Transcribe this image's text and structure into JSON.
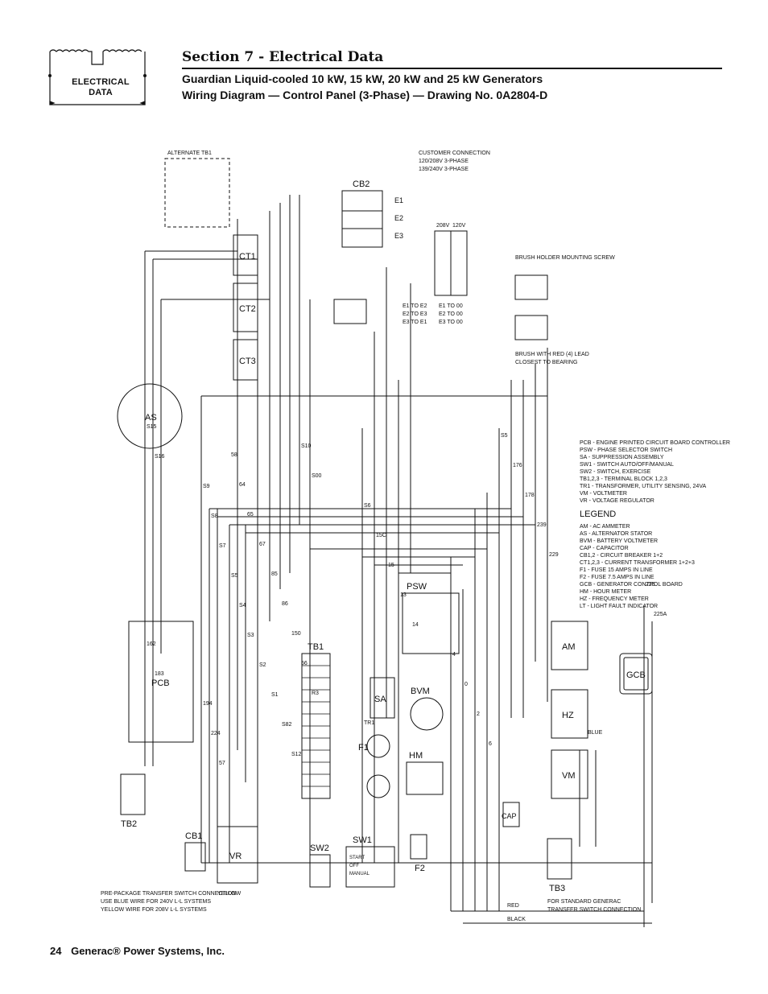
{
  "logo": {
    "line1": "ELECTRICAL",
    "line2": "DATA"
  },
  "header": {
    "section_title": "Section 7 - Electrical Data",
    "subtitle_1": "Guardian Liquid-cooled 10 kW, 15 kW, 20 kW and 25 kW Generators",
    "subtitle_2": "Wiring Diagram — Control Panel (3-Phase) — Drawing No. 0A2804-D"
  },
  "diagram": {
    "components": {
      "as": "AS",
      "ct1": "CT1",
      "ct2": "CT2",
      "ct3": "CT3",
      "cb2": "CB2",
      "pcb": "PCB",
      "tb1": "TB1",
      "tb2": "TB2",
      "tb3": "TB3",
      "psw": "PSW",
      "sa": "SA",
      "bvm": "BVM",
      "hm": "HM",
      "f1": "F1",
      "f2": "F2",
      "am": "AM",
      "hz": "HZ",
      "vm": "VM",
      "gcb": "GCB",
      "vr": "VR",
      "sw1": "SW1",
      "sw2": "SW2",
      "cb1": "CB1",
      "cap": "CAP"
    },
    "cb2_terminals": [
      "E1",
      "E2",
      "E3"
    ],
    "customer_connection": {
      "title": "CUSTOMER CONNECTION",
      "line1": "120/208V 3-PHASE",
      "line2": "139/240V 3-PHASE"
    },
    "voltage_table": {
      "col_208": [
        "E1 TO E2",
        "E2 TO E3",
        "E3 TO E1"
      ],
      "col_120": [
        "E1 TO 00",
        "E2 TO 00",
        "E3 TO 00"
      ],
      "head_208": "208V",
      "head_120": "120V"
    },
    "brush": {
      "holder": "BRUSH HOLDER MOUNTING SCREW",
      "note_1": "BRUSH WITH RED (4) LEAD",
      "note_2": "CLOSEST TO BEARING"
    },
    "legend": {
      "title": "LEGEND",
      "items": [
        "AM - AC AMMETER",
        "AS - ALTERNATOR STATOR",
        "BVM - BATTERY VOLTMETER",
        "CAP - CAPACITOR",
        "CB1,2 - CIRCUIT BREAKER 1+2",
        "CT1,2,3 - CURRENT TRANSFORMER 1+2+3",
        "F1 - FUSE 15 AMPS IN LINE",
        "F2 - FUSE 7.5 AMPS IN LINE",
        "GCB - GENERATOR CONTROL BOARD",
        "HM - HOUR METER",
        "HZ - FREQUENCY METER",
        "LT - LIGHT FAULT INDICATOR",
        "PCB - ENGINE PRINTED CIRCUIT BOARD CONTROLLER",
        "PSW - PHASE SELECTOR SWITCH",
        "SA - SUPPRESSION ASSEMBLY",
        "SW1 - SWITCH AUTO/OFF/MANUAL",
        "SW2 - SWITCH, EXERCISE",
        "TB1,2,3 - TERMINAL BLOCK 1,2,3",
        "TR1 - TRANSFORMER, UTILITY SENSING, 24VA",
        "VM - VOLTMETER",
        "VR - VOLTAGE REGULATOR"
      ]
    },
    "tb2_note": {
      "title": "PRE-PACKAGE TRANSFER SWITCH CONNECTION",
      "line1": "USE BLUE WIRE FOR 240V L-L SYSTEMS",
      "line2": "YELLOW WIRE FOR 208V L-L SYSTEMS"
    },
    "tb3_note": {
      "title": "FOR STANDARD GENERAC",
      "line1": "TRANSFER SWITCH CONNECTION"
    },
    "alternate_tb": "ALTERNATE TB1",
    "sw1_positions": [
      "START",
      "OFF",
      "MANUAL"
    ],
    "wire_colors": {
      "red": "RED",
      "black": "BLACK",
      "blue": "BLUE",
      "yellow": "YELLOW"
    },
    "wire_labels": [
      "S15",
      "S16",
      "S9",
      "S8",
      "S7",
      "S5",
      "S4",
      "S3",
      "S2",
      "S1",
      "S82",
      "S12",
      "S10",
      "S00",
      "S6",
      "15C",
      "15",
      "13",
      "14",
      "4",
      "0",
      "2",
      "6",
      "S5",
      "176",
      "178",
      "239",
      "229",
      "225",
      "225A",
      "162",
      "183",
      "194",
      "224",
      "57",
      "58",
      "64",
      "65",
      "67",
      "85",
      "86",
      "150",
      "56",
      "R3",
      "TR1"
    ]
  },
  "footer": {
    "page_number": "24",
    "company": "Generac® Power Systems, Inc."
  }
}
